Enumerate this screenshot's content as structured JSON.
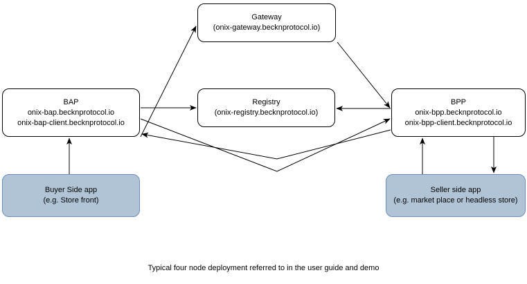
{
  "diagram": {
    "title": "Typical four node deployment referred to in the user guide and demo",
    "colors": {
      "app_fill": "#b0c4d6",
      "app_stroke": "#6c8ebf",
      "node_fill": "#ffffff",
      "node_stroke": "#000000",
      "edge_stroke": "#000000"
    },
    "nodes": {
      "gateway": {
        "label": "Gateway",
        "sub": "(onix-gateway.becknprotocol.io)"
      },
      "bap": {
        "label": "BAP",
        "sub1": "onix-bap.becknprotocol.io",
        "sub2": "onix-bap-client.becknprotocol.io"
      },
      "registry": {
        "label": "Registry",
        "sub": "(onix-registry.becknprotocol.io)"
      },
      "bpp": {
        "label": "BPP",
        "sub1": "onix-bpp.becknprotocol.io",
        "sub2": "onix-bpp-client.becknprotocol.io"
      },
      "buyer_app": {
        "label": "Buyer Side app",
        "sub": "(e.g. Store front)"
      },
      "seller_app": {
        "label": "Seller side app",
        "sub": "(e.g. market place or headless store)"
      }
    },
    "edges": [
      {
        "name": "bap-to-gateway",
        "from": "bap",
        "to": "gateway",
        "arrow": "end"
      },
      {
        "name": "gateway-to-bpp",
        "from": "gateway",
        "to": "bpp",
        "arrow": "end"
      },
      {
        "name": "bap-to-registry",
        "from": "bap",
        "to": "registry",
        "arrow": "end"
      },
      {
        "name": "bpp-to-registry",
        "from": "bpp",
        "to": "registry",
        "arrow": "end"
      },
      {
        "name": "bap-to-bpp",
        "from": "bap",
        "to": "bpp",
        "arrow": "end"
      },
      {
        "name": "bpp-to-bap",
        "from": "bpp",
        "to": "bap",
        "arrow": "end"
      },
      {
        "name": "buyer-app-to-bap",
        "from": "buyer_app",
        "to": "bap",
        "arrow": "end"
      },
      {
        "name": "seller-app-to-bpp",
        "from": "seller_app",
        "to": "bpp",
        "arrow": "end"
      },
      {
        "name": "bpp-to-seller-app",
        "from": "bpp",
        "to": "seller_app",
        "arrow": "end"
      }
    ]
  }
}
